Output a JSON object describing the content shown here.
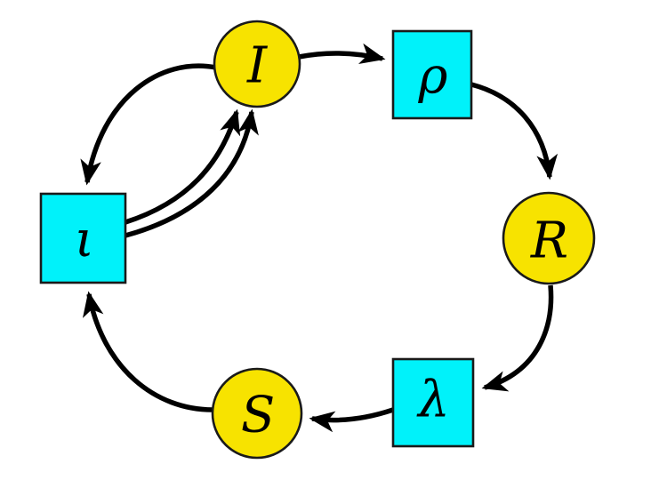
{
  "diagram": {
    "background": "#ffffff",
    "colors": {
      "circle_fill": "#F7E300",
      "square_fill": "#00F2FA",
      "node_border": "#1A1A1A",
      "edge": "#000000"
    },
    "nodes": {
      "I": {
        "label": "I",
        "shape": "circle"
      },
      "rho": {
        "label": "ρ",
        "shape": "square"
      },
      "R": {
        "label": "R",
        "shape": "circle"
      },
      "lambda": {
        "label": "λ",
        "shape": "square"
      },
      "S": {
        "label": "S",
        "shape": "circle"
      },
      "iota": {
        "label": "ι",
        "shape": "square"
      }
    },
    "edges": [
      {
        "from": "I",
        "to": "rho",
        "arrows": 1
      },
      {
        "from": "rho",
        "to": "R",
        "arrows": 1
      },
      {
        "from": "R",
        "to": "lambda",
        "arrows": 1
      },
      {
        "from": "lambda",
        "to": "S",
        "arrows": 1
      },
      {
        "from": "S",
        "to": "iota",
        "arrows": 1
      },
      {
        "from": "iota",
        "to": "I",
        "arrows": 2
      },
      {
        "from": "I",
        "to": "iota",
        "arrows": 1
      }
    ]
  }
}
